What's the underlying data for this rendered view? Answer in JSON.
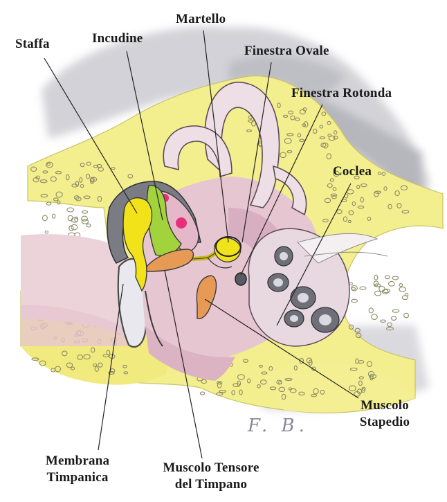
{
  "labels": {
    "staffa": "Staffa",
    "incudine": "Incudine",
    "martello": "Martello",
    "finestra_ovale": "Finestra Ovale",
    "finestra_rotonda": "Finestra Rotonda",
    "coclea": "Coclea",
    "muscolo_stapedio_line1": "Muscolo",
    "muscolo_stapedio_line2": "Stapedio",
    "membrana_line1": "Membrana",
    "membrana_line2": "Timpanica",
    "tensore_line1": "Muscolo Tensore",
    "tensore_line2": "del Timpano"
  },
  "signature": "F. B.",
  "colors": {
    "bone_yellow": "#f4ef8c",
    "shadow_gray": "#b9b9c0",
    "tissue_pink": "#e9cbd3",
    "stapes_yellow": "#f2e21a",
    "incus_green": "#9fd23a",
    "malleus_orange": "#e69a55",
    "spot_magenta": "#e8307a",
    "outline": "#3a3a3a"
  }
}
